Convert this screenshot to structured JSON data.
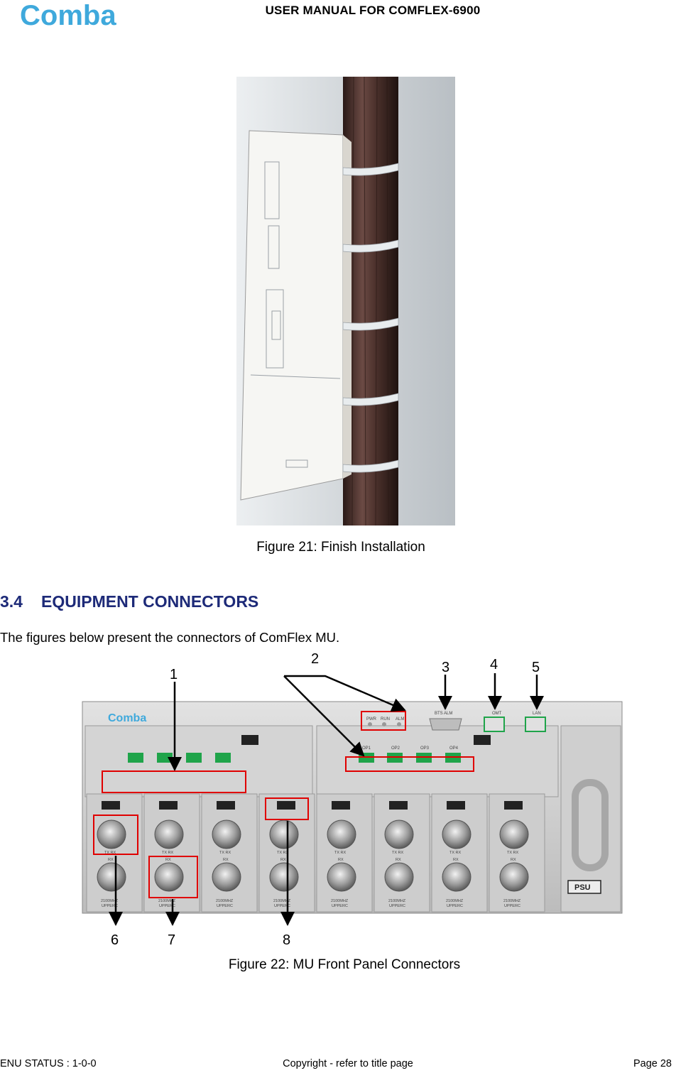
{
  "header": {
    "logo_text": "Comba",
    "title": "USER MANUAL FOR COMFLEX-6900"
  },
  "colors": {
    "logo": "#3fa9dc",
    "heading": "#1d2a78",
    "callout_box": "#e00000",
    "panel": "#cfcfcf",
    "port_green": "#1fa44a"
  },
  "figure21": {
    "caption": "Figure 21: Finish Installation"
  },
  "section": {
    "number": "3.4",
    "title": "EQUIPMENT CONNECTORS",
    "intro": "The figures below present the connectors of ComFlex MU."
  },
  "figure22": {
    "caption": "Figure 22: MU Front Panel Connectors",
    "panel_logo": "Comba",
    "callouts": [
      "1",
      "2",
      "3",
      "4",
      "5",
      "6",
      "7",
      "8"
    ],
    "led_labels": [
      "PWR",
      "RUN",
      "ALM"
    ],
    "bts_alm_label": "BTS ALM",
    "omt_label": "OMT",
    "lan_label": "LAN",
    "op_labels": [
      "OP1",
      "OP2",
      "OP3",
      "OP4"
    ],
    "module_labels": {
      "txrx": "TX RX",
      "rx": "RX",
      "band": "2100MHZ",
      "type": "UPPERC"
    },
    "psu_label": "PSU"
  },
  "footer": {
    "status": "ENU STATUS : 1-0-0",
    "copyright": "Copyright - refer to title page",
    "page": "Page 28"
  }
}
